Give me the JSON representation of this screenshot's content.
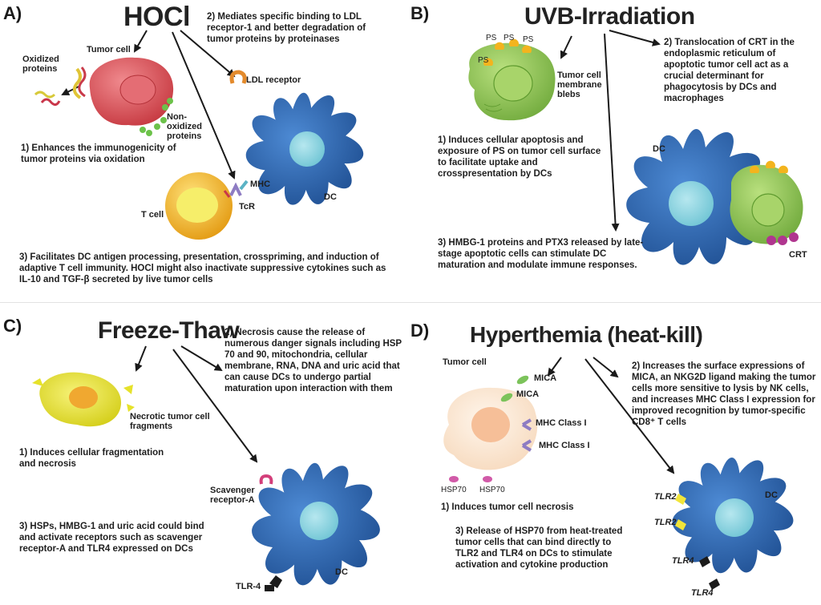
{
  "panels": {
    "a": {
      "label": "A)",
      "title": "HOCl",
      "point1": "1) Enhances the immunogenicity of tumor proteins via oxidation",
      "point2": "2) Mediates specific binding to LDL receptor-1 and better degradation of tumor proteins by proteinases",
      "point3": "3) Facilitates DC antigen processing, presentation, crosspriming, and induction of adaptive T cell immunity. HOCl might also inactivate suppressive cytokines such as IL-10 and TGF-β secreted by live tumor cells",
      "labels": {
        "oxidized": "Oxidized proteins",
        "tumor_cell": "Tumor cell",
        "non_oxidized": "Non-oxidized proteins",
        "ldl": "LDL receptor",
        "mhc": "MHC",
        "tcr": "TcR",
        "tcell": "T cell",
        "dc": "DC"
      }
    },
    "b": {
      "label": "B)",
      "title": "UVB-Irradiation",
      "point1": "1) Induces cellular apoptosis and exposure of PS on tumor cell surface to facilitate uptake and crosspresentation by DCs",
      "point2": "2) Translocation of CRT in the endoplasmic reticulum of apoptotic tumor cell act as a crucial determinant for phagocytosis by DCs and macrophages",
      "point3": "3) HMBG-1 proteins and PTX3 released by late-stage apoptotic cells can stimulate DC maturation and modulate immune responses.",
      "labels": {
        "ps": "PS",
        "blebs": "Tumor cell membrane blebs",
        "dc": "DC",
        "crt": "CRT"
      }
    },
    "c": {
      "label": "C)",
      "title": "Freeze-Thaw",
      "point1": "1) Induces cellular fragmentation and necrosis",
      "point2": "2) Necrosis cause the release of numerous danger signals including HSP 70 and 90, mitochondria, cellular membrane, RNA, DNA and uric acid that can cause DCs to undergo partial maturation upon interaction with them",
      "point3": "3) HSPs, HMBG-1 and uric acid could bind and activate receptors such as scavenger receptor-A and TLR4 expressed on DCs",
      "labels": {
        "fragments": "Necrotic tumor cell fragments",
        "scavenger": "Scavenger receptor-A",
        "tlr4": "TLR-4",
        "dc": "DC"
      }
    },
    "d": {
      "label": "D)",
      "title": "Hyperthemia (heat-kill)",
      "point1": "1) Induces tumor cell necrosis",
      "point2": "2) Increases the surface expressions of MICA, an NKG2D ligand making the tumor cells more sensitive to lysis by NK cells, and increases MHC Class I expression for improved recognition by tumor-specific CD8⁺ T cells",
      "point3": "3) Release of HSP70 from heat-treated tumor cells that can bind directly to TLR2 and TLR4 on DCs to stimulate activation and cytokine production",
      "labels": {
        "tumor_cell": "Tumor cell",
        "mica1": "MICA",
        "mica2": "MICA",
        "mhc1": "MHC Class I",
        "mhc2": "MHC Class I",
        "hsp1": "HSP70",
        "hsp2": "HSP70",
        "tlr2a": "TLR2",
        "tlr2b": "TLR2",
        "tlr4a": "TLR4",
        "tlr4b": "TLR4",
        "dc": "DC"
      }
    }
  },
  "colors": {
    "dc_blue": "#2f6db6",
    "dc_nucleus": "#8fd3df",
    "tumor_red": "#d9535a",
    "apoptotic_green": "#8bc24a",
    "tcell_orange": "#f0b21e",
    "necrotic_yellow": "#e6e22a",
    "heat_cell": "#fbe7d4",
    "receptor_purple": "#8e7cc3",
    "crt_magenta": "#b0368f",
    "tlr_black": "#1b1b1b",
    "tlr2_yellow": "#f1e53a"
  }
}
